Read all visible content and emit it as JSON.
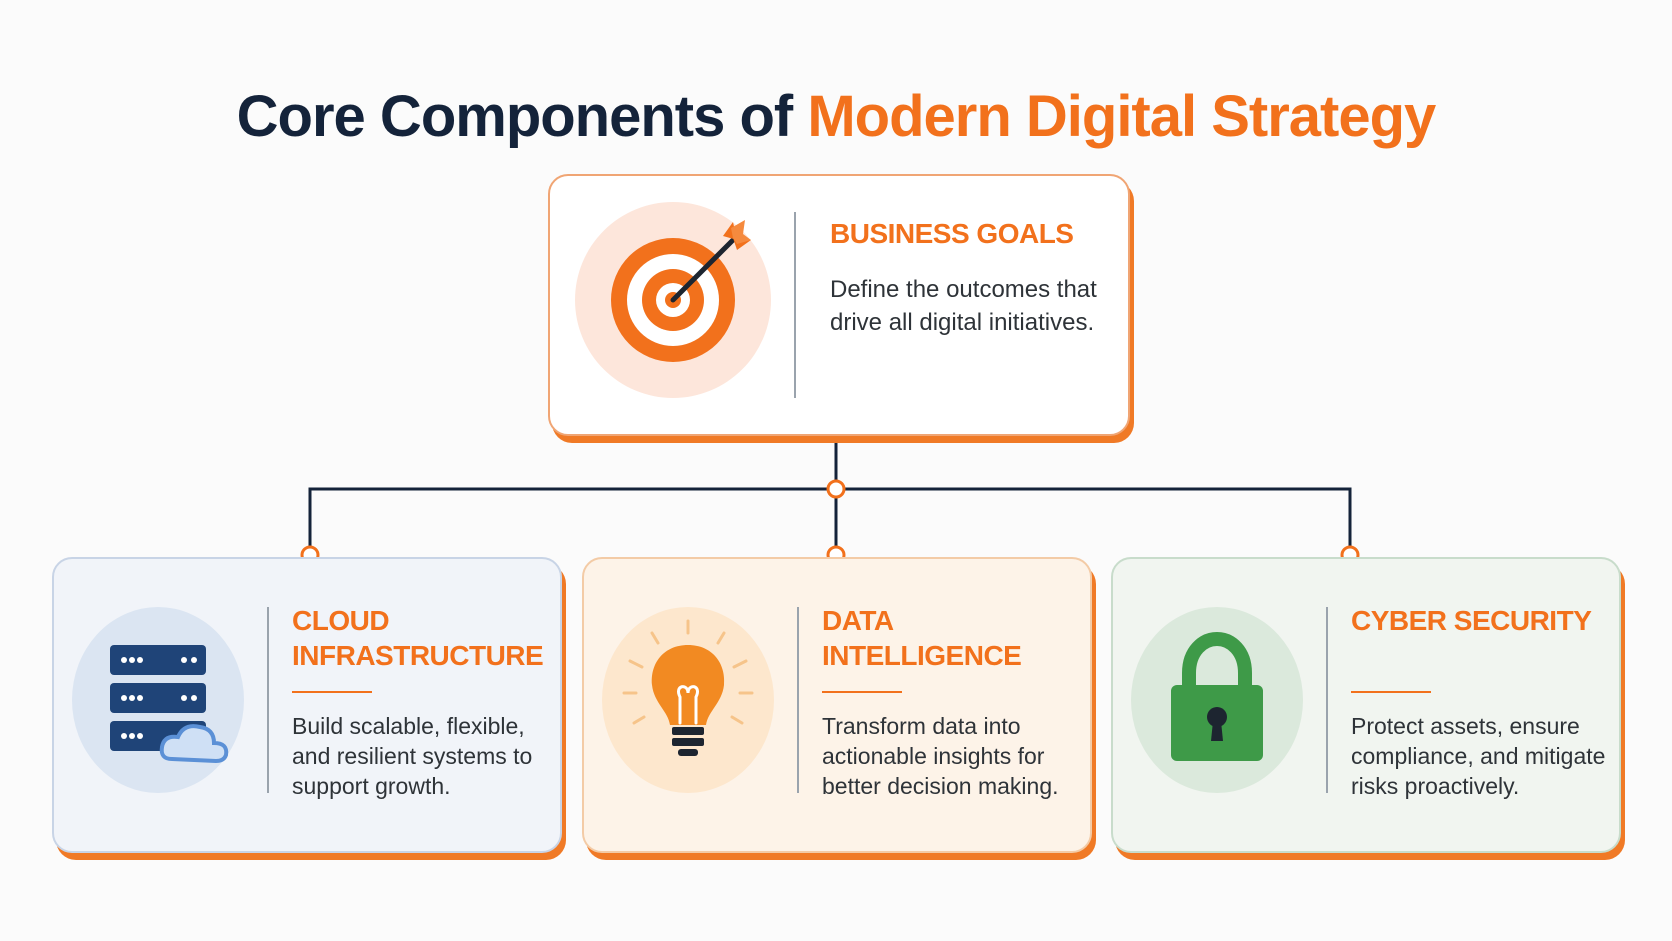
{
  "title": {
    "part1": "Core Components of ",
    "part2": "Modern Digital Strategy"
  },
  "colors": {
    "accent": "#f2711c",
    "navy": "#14233a",
    "cloud_blue": "#1f4478",
    "lock_green": "#3e9a48"
  },
  "top_card": {
    "icon": "target-icon",
    "heading": "BUSINESS GOALS",
    "description": "Define the outcomes that drive all digital initiatives."
  },
  "cards": [
    {
      "icon": "server-cloud-icon",
      "heading": "CLOUD INFRASTRUCTURE",
      "description": "Build scalable, flexible, and resilient systems to support growth."
    },
    {
      "icon": "lightbulb-icon",
      "heading": "DATA INTELLIGENCE",
      "description": "Transform data into actionable insights for better decision making."
    },
    {
      "icon": "lock-icon",
      "heading": "CYBER SECURITY",
      "description": "Protect assets, ensure compliance, and mitigate risks proactively."
    }
  ]
}
